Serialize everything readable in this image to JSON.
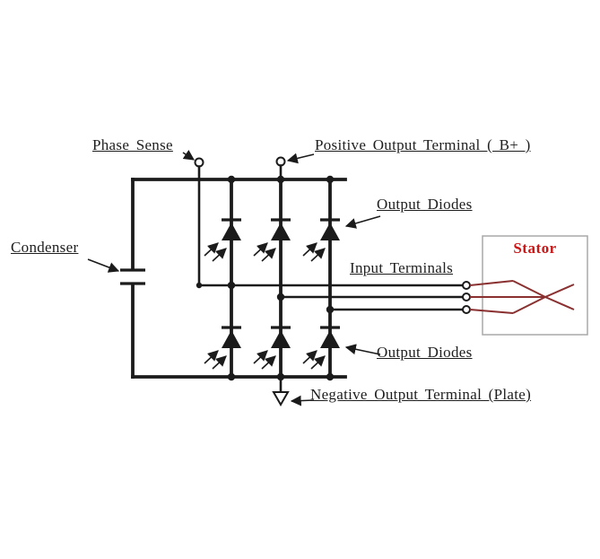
{
  "diagram": {
    "type": "alternator-rectifier-circuit",
    "labels": {
      "phase_sense": "Phase Sense",
      "positive_output_terminal": "Positive Output Terminal ( B+ )",
      "output_diodes_top": "Output Diodes",
      "input_terminals": "Input Terminals",
      "condenser": "Condenser",
      "stator": "Stator",
      "output_diodes_bottom": "Output Diodes",
      "negative_output_terminal": "Negative Output Terminal (Plate)"
    },
    "components": {
      "output_diodes_top_count": 3,
      "output_diodes_bottom_count": 3,
      "input_terminal_count": 3,
      "condenser_count": 1
    },
    "colors": {
      "wire": "#1b1b1b",
      "label_text": "#1e1e1e",
      "stator_label": "#cc1616",
      "stator_winding": "#8a3030",
      "stator_box_border": "#a8a8a8",
      "background": "#ffffff"
    }
  }
}
